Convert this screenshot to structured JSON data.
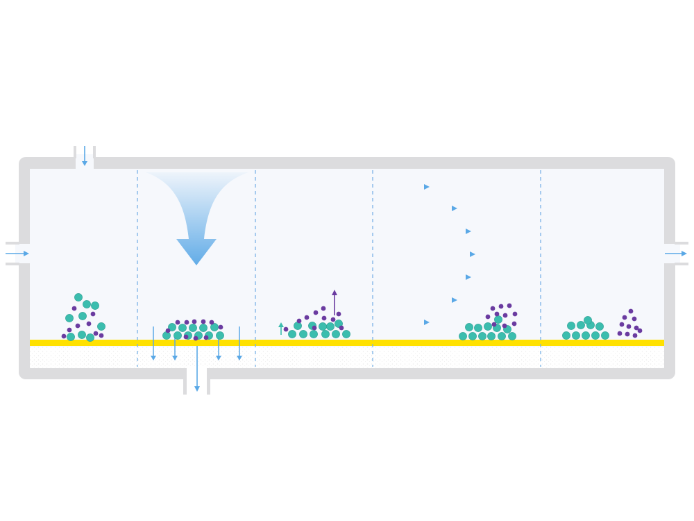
{
  "colors": {
    "background": "#ffffff",
    "channel_fill": "#f6f8fc",
    "frame": "#dcdcde",
    "membrane": "#ffe100",
    "flow_arrow": "#5aa8e6",
    "particle_large": "#3bbdae",
    "particle_small": "#6a3ba0",
    "divider": "#7ab2e6"
  },
  "stages": [
    {
      "id": "injection"
    },
    {
      "id": "focusing"
    },
    {
      "id": "relaxation"
    },
    {
      "id": "elution"
    },
    {
      "id": "separation"
    }
  ],
  "icons": [
    "flow-arrow-icon",
    "crossflow-funnel-icon",
    "diffusion-arrow-icon"
  ]
}
